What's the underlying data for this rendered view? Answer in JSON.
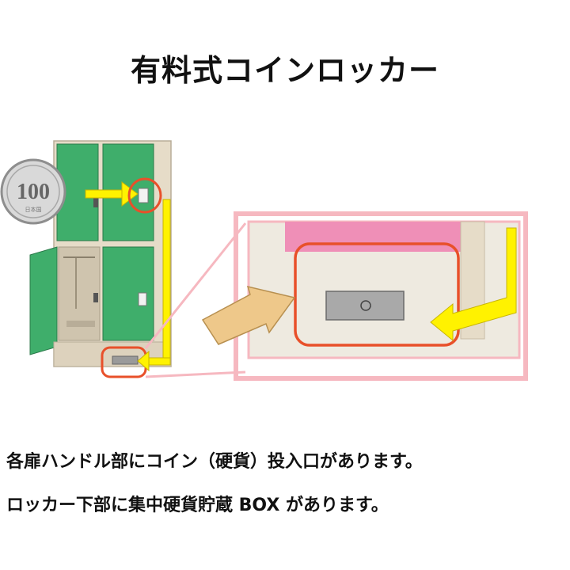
{
  "title": "有料式コインロッカー",
  "coin": {
    "value": "100",
    "small_text": "日本国"
  },
  "captions": [
    "各扉ハンドル部にコイン（硬貨）投入口があります。",
    "ロッカー下部に集中硬貨貯蔵 BOX があります。"
  ],
  "colors": {
    "locker_door": "#3fae6b",
    "locker_body": "#e6dcc8",
    "highlight_circle": "#e8502a",
    "yellow_arrow": "#fff200",
    "beige_arrow": "#eec88a",
    "callout_frame": "#f6b8c0",
    "pink_shelf": "#ef8fb7"
  },
  "icons": [
    "coin-100-yen-icon",
    "coin-slot-icon",
    "storage-box-icon"
  ]
}
